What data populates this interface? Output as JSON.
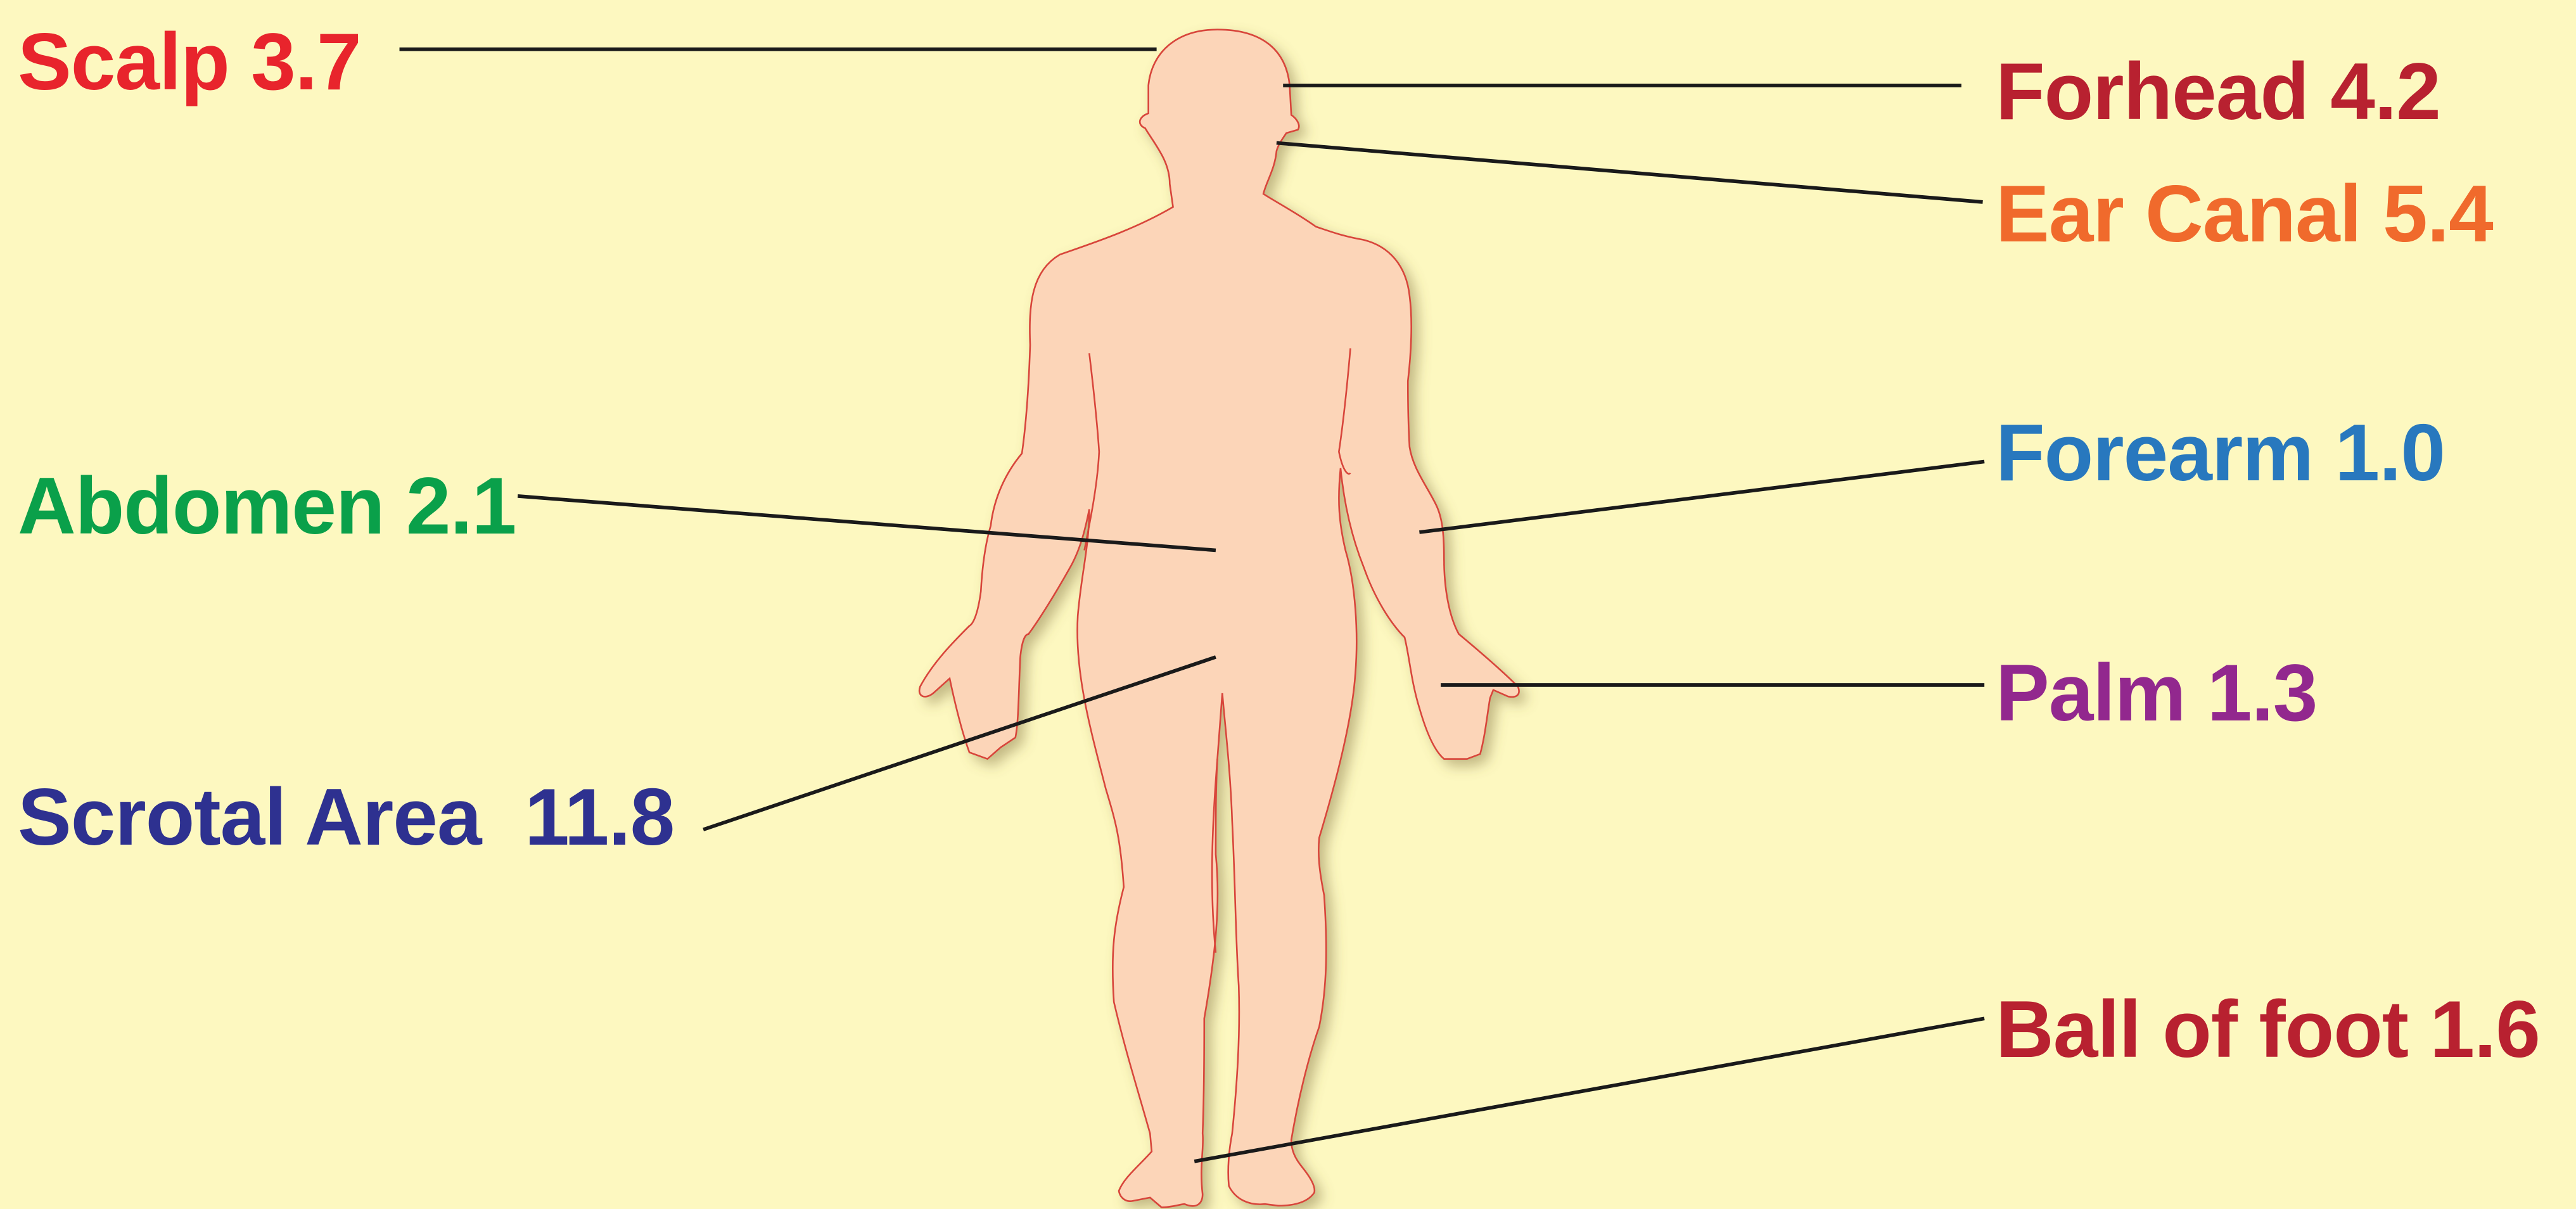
{
  "colors": {
    "background": "#fdf8c0",
    "body_fill": "#fcd5b8",
    "body_outline": "#d8453a",
    "leader_line": "#1a1a1a"
  },
  "labels": [
    {
      "id": "scalp",
      "text": "Scalp 3.7",
      "color": "#e8242c"
    },
    {
      "id": "forhead",
      "text": "Forhead 4.2",
      "color": "#b82130"
    },
    {
      "id": "earcanal",
      "text": "Ear Canal 5.4",
      "color": "#f06a2c"
    },
    {
      "id": "abdomen",
      "text": "Abdomen 2.1",
      "color": "#0aa04a"
    },
    {
      "id": "forearm",
      "text": "Forearm 1.0",
      "color": "#2878be"
    },
    {
      "id": "palm",
      "text": "Palm 1.3",
      "color": "#92288e"
    },
    {
      "id": "scrotal",
      "text": "Scrotal Area  11.8",
      "color": "#2e3190"
    },
    {
      "id": "ball",
      "text": "Ball of foot 1.6",
      "color": "#b82130"
    }
  ]
}
